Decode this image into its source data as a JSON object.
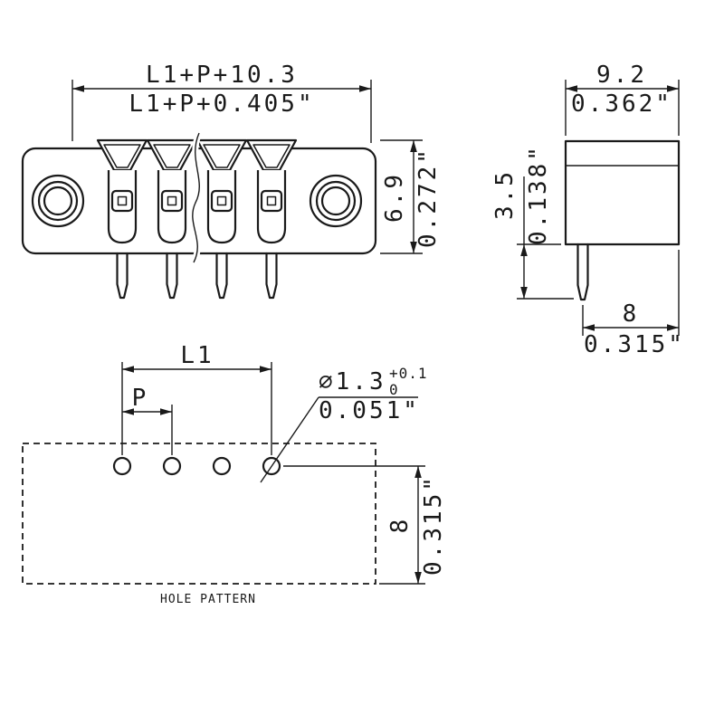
{
  "colors": {
    "line": "#1a1a1a",
    "background": "#ffffff"
  },
  "front_view": {
    "width_mm": "L1+P+10.3",
    "width_in": "L1+P+0.405\"",
    "height_mm": "6.9",
    "height_in": "0.272\""
  },
  "side_view": {
    "width_mm": "9.2",
    "width_in": "0.362\"",
    "pin_length_mm": "3.5",
    "pin_length_in": "0.138\"",
    "pin_offset_mm": "8",
    "pin_offset_in": "0.315\""
  },
  "hole_pattern": {
    "l1_label": "L1",
    "p_label": "P",
    "dia_mm": "⌀1.3",
    "dia_tol_upper": "+0.1",
    "dia_tol_lower": "0",
    "dia_in": "0.051\"",
    "offset_mm": "8",
    "offset_in": "0.315\"",
    "caption": "HOLE PATTERN"
  }
}
